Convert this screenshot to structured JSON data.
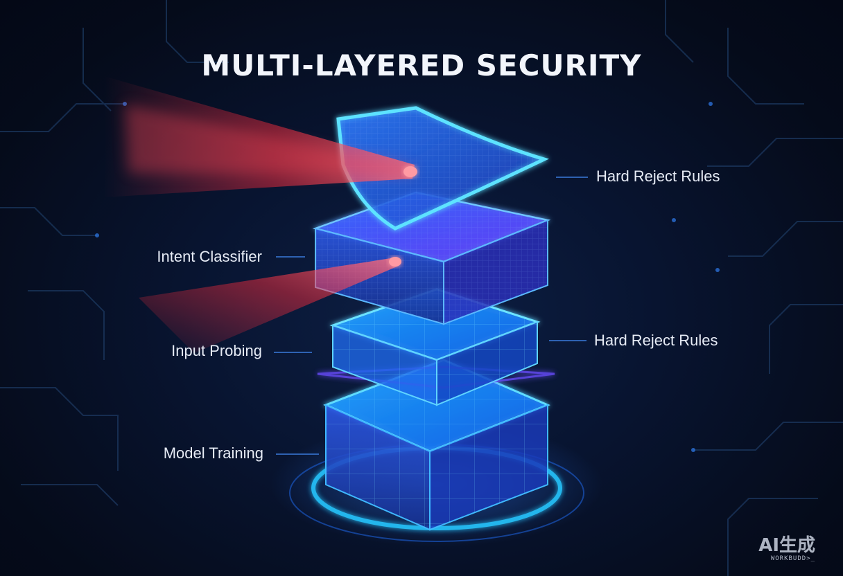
{
  "title": "MULTI-LAYERED SECURITY",
  "labels": {
    "hard_reject_rules_top": "Hard Reject Rules",
    "intent_classifier": "Intent Classifier",
    "hard_reject_rules_middle": "Hard Reject Rules",
    "input_probing": "Input Probing",
    "model_training": "Model Training"
  },
  "watermark": {
    "main": "AI生成",
    "sub": "WORKBUDD>_"
  },
  "colors": {
    "background": "#050d1e",
    "layer_glow": "#38c8ff",
    "layer_fill": "#1f47c9",
    "threat_beam": "#ff3b4a",
    "text": "#e6ebf5"
  }
}
